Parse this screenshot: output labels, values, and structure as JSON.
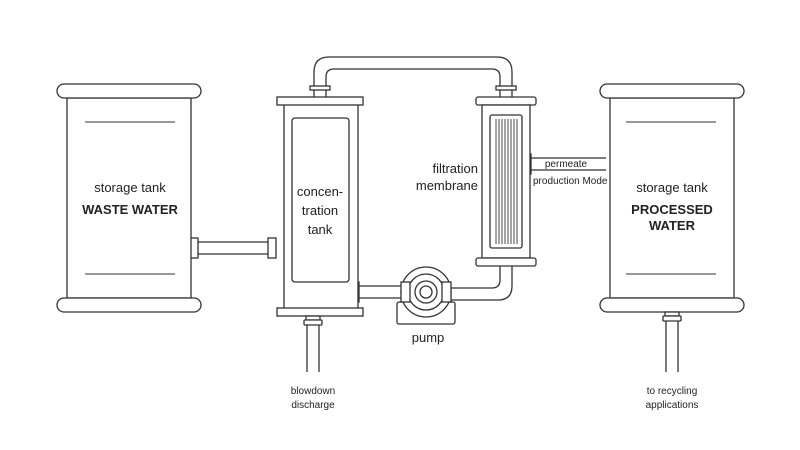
{
  "waste_tank": {
    "line1": "storage tank",
    "line2": "WASTE WATER"
  },
  "concentration_tank": {
    "line1": "concen-",
    "line2": "tration",
    "line3": "tank"
  },
  "filtration": {
    "line1": "filtration",
    "line2": "membrane"
  },
  "permeate": {
    "label": "permeate",
    "mode": "production Mode"
  },
  "processed_tank": {
    "line1": "storage tank",
    "line2": "PROCESSED",
    "line3": "WATER"
  },
  "pump": {
    "label": "pump"
  },
  "blowdown": {
    "line1": "blowdown",
    "line2": "discharge"
  },
  "recycling": {
    "line1": "to recycling",
    "line2": "applications"
  }
}
